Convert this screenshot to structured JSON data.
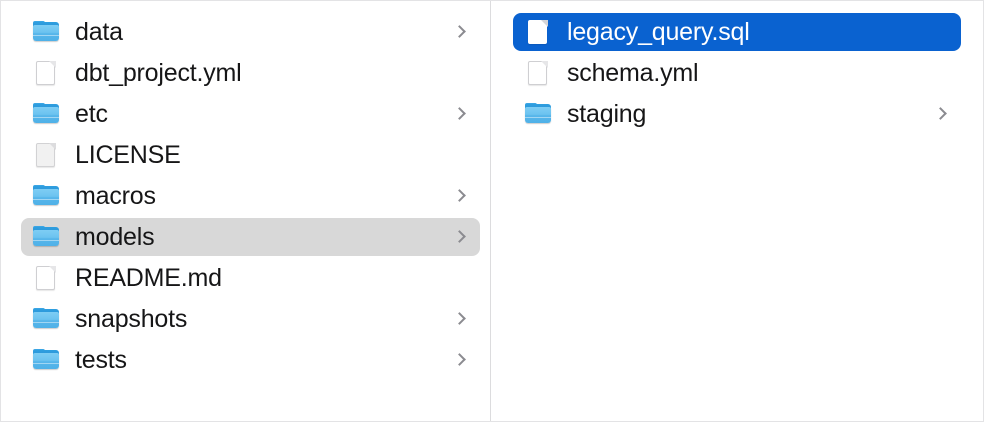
{
  "window": {
    "kind": "file-browser-column-view",
    "accent_selection_color": "#0a62d0",
    "inactive_selection_color": "#d8d8d8",
    "text_color": "#161617",
    "selected_text_color": "#ffffff",
    "divider_color": "#dcdcde",
    "background_color": "#ffffff"
  },
  "columns": [
    {
      "name": "parent-column",
      "items": [
        {
          "label": "data",
          "icon": "folder-icon",
          "type": "folder",
          "has_chevron": true,
          "selected": false
        },
        {
          "label": "dbt_project.yml",
          "icon": "document-icon",
          "type": "file",
          "has_chevron": false,
          "selected": false
        },
        {
          "label": "etc",
          "icon": "folder-icon",
          "type": "folder",
          "has_chevron": true,
          "selected": false
        },
        {
          "label": "LICENSE",
          "icon": "document-icon",
          "type": "file",
          "has_chevron": false,
          "selected": false
        },
        {
          "label": "macros",
          "icon": "folder-icon",
          "type": "folder",
          "has_chevron": true,
          "selected": false
        },
        {
          "label": "models",
          "icon": "folder-icon",
          "type": "folder",
          "has_chevron": true,
          "selected": true
        },
        {
          "label": "README.md",
          "icon": "document-icon",
          "type": "file",
          "has_chevron": false,
          "selected": false
        },
        {
          "label": "snapshots",
          "icon": "folder-icon",
          "type": "folder",
          "has_chevron": true,
          "selected": false
        },
        {
          "label": "tests",
          "icon": "folder-icon",
          "type": "folder",
          "has_chevron": true,
          "selected": false
        }
      ]
    },
    {
      "name": "child-column",
      "items": [
        {
          "label": "legacy_query.sql",
          "icon": "document-icon",
          "type": "file",
          "has_chevron": false,
          "selected": true
        },
        {
          "label": "schema.yml",
          "icon": "document-icon",
          "type": "file",
          "has_chevron": false,
          "selected": false
        },
        {
          "label": "staging",
          "icon": "folder-icon",
          "type": "folder",
          "has_chevron": true,
          "selected": false
        }
      ]
    }
  ]
}
